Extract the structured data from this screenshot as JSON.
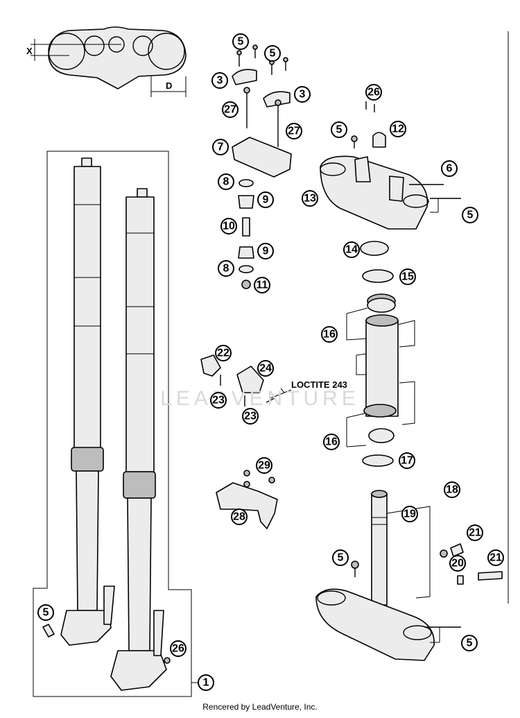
{
  "diagram": {
    "dimension_labels": {
      "x": "X",
      "d": "D"
    },
    "watermark": "LEADVENTURE",
    "note_loctite": "LOCTITE 243",
    "footer": "Rencered by LeadVenture, Inc.",
    "callouts": [
      "1",
      "3",
      "3",
      "5",
      "5",
      "5",
      "5",
      "5",
      "5",
      "6",
      "7",
      "8",
      "8",
      "9",
      "9",
      "10",
      "11",
      "12",
      "13",
      "14",
      "15",
      "16",
      "16",
      "17",
      "18",
      "19",
      "20",
      "21",
      "21",
      "22",
      "23",
      "23",
      "24",
      "26",
      "26",
      "27",
      "27",
      "28",
      "29"
    ]
  }
}
